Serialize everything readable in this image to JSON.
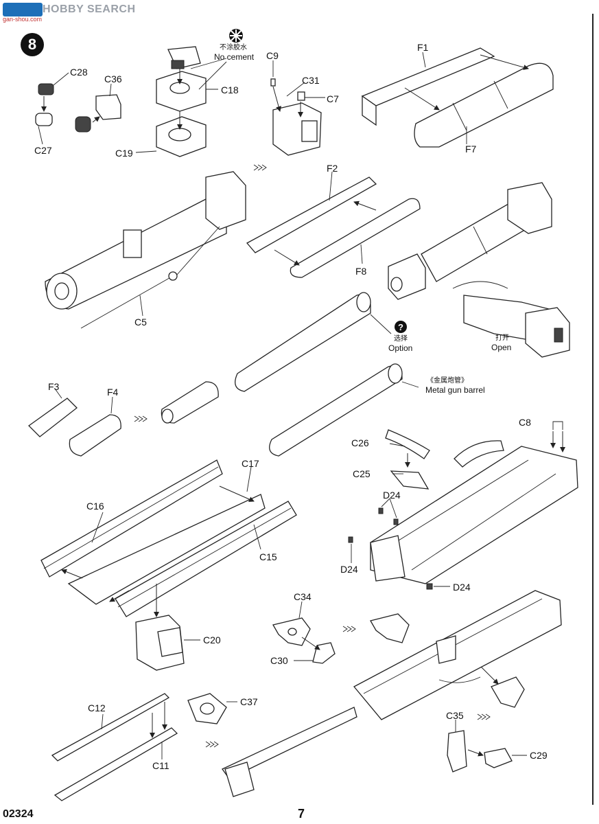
{
  "watermark": {
    "brand": "HOBBY SEARCH",
    "site": "gan-shou.com"
  },
  "step": {
    "number": "8"
  },
  "notes": {
    "no_cement_cn": "不涂胶水",
    "no_cement_en": "No cement",
    "option_cn": "选择",
    "option_en": "Option",
    "open_cn": "打开",
    "open_en": "Open",
    "metal_barrel_cn": "《金属炮管》",
    "metal_barrel_en": "Metal gun barrel"
  },
  "parts": {
    "c28": "C28",
    "c36": "C36",
    "c27": "C27",
    "c18": "C18",
    "c19": "C19",
    "c9": "C9",
    "c31": "C31",
    "c7": "C7",
    "f1": "F1",
    "f7": "F7",
    "f2": "F2",
    "f8": "F8",
    "c5": "C5",
    "f3": "F3",
    "f4": "F4",
    "c8": "C8",
    "c26": "C26",
    "c25": "C25",
    "d24a": "D24",
    "d24b": "D24",
    "d24c": "D24",
    "c17": "C17",
    "c16": "C16",
    "c15": "C15",
    "c20": "C20",
    "c34": "C34",
    "c30": "C30",
    "c12": "C12",
    "c11": "C11",
    "c37": "C37",
    "c35": "C35",
    "c29": "C29"
  },
  "footer": {
    "kit_number": "02324",
    "page_number": "7"
  }
}
